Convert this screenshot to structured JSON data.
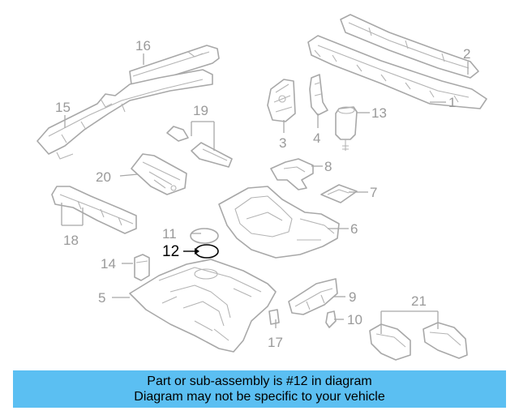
{
  "diagram": {
    "callouts": [
      {
        "id": "1",
        "label": "1",
        "highlight": false
      },
      {
        "id": "2",
        "label": "2",
        "highlight": false
      },
      {
        "id": "3",
        "label": "3",
        "highlight": false
      },
      {
        "id": "4",
        "label": "4",
        "highlight": false
      },
      {
        "id": "5",
        "label": "5",
        "highlight": false
      },
      {
        "id": "6",
        "label": "6",
        "highlight": false
      },
      {
        "id": "7",
        "label": "7",
        "highlight": false
      },
      {
        "id": "8",
        "label": "8",
        "highlight": false
      },
      {
        "id": "9",
        "label": "9",
        "highlight": false
      },
      {
        "id": "10",
        "label": "10",
        "highlight": false
      },
      {
        "id": "11",
        "label": "11",
        "highlight": false
      },
      {
        "id": "12",
        "label": "12",
        "highlight": true
      },
      {
        "id": "13",
        "label": "13",
        "highlight": false
      },
      {
        "id": "14",
        "label": "14",
        "highlight": false
      },
      {
        "id": "15",
        "label": "15",
        "highlight": false
      },
      {
        "id": "16",
        "label": "16",
        "highlight": false
      },
      {
        "id": "17",
        "label": "17",
        "highlight": false
      },
      {
        "id": "18",
        "label": "18",
        "highlight": false
      },
      {
        "id": "19",
        "label": "19",
        "highlight": false
      },
      {
        "id": "20",
        "label": "20",
        "highlight": false
      },
      {
        "id": "21",
        "label": "21",
        "highlight": false
      }
    ],
    "colors": {
      "line": "#a8a8a8",
      "highlight": "#000000",
      "banner": "#5bbff2"
    }
  },
  "banner": {
    "line1": "Part or sub-assembly is #12 in diagram",
    "line2": "Diagram may not be specific to your vehicle"
  }
}
